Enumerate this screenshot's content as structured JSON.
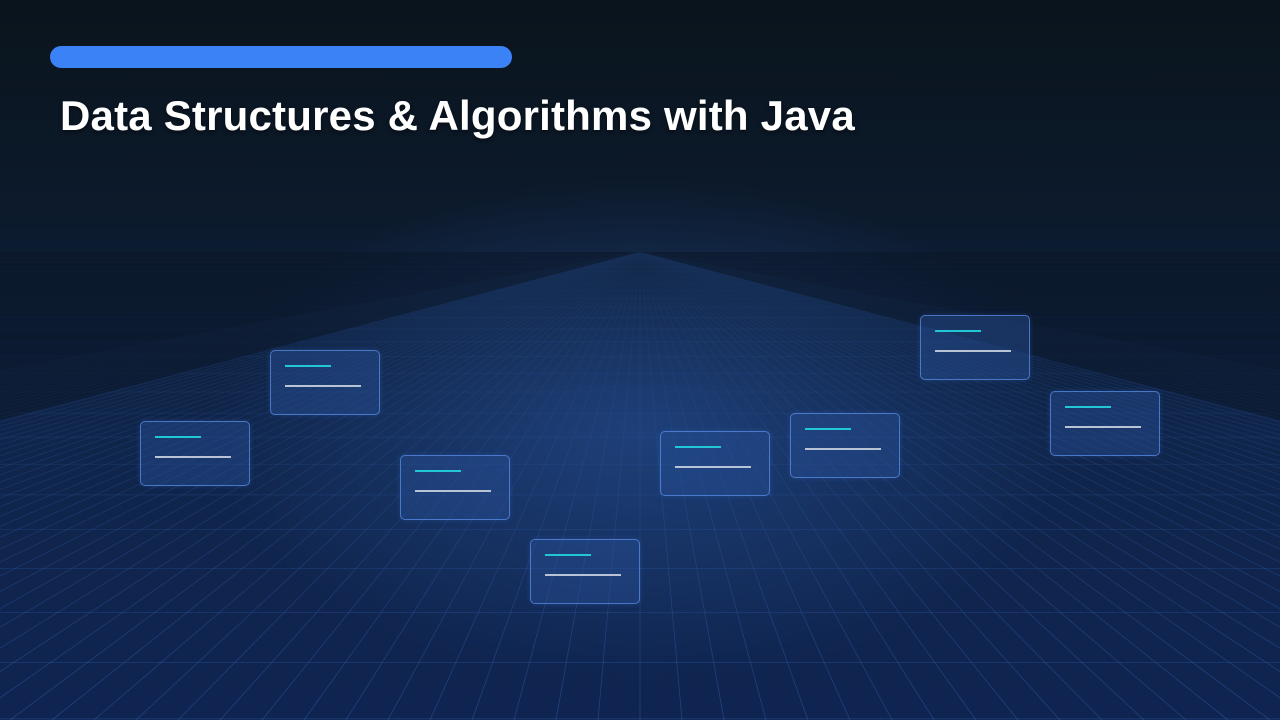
{
  "slide": {
    "title": "Data Structures & Algorithms with Java"
  },
  "colors": {
    "accent_bar": "#3b82f6",
    "card_line_top": "#22c7d6",
    "card_line_bottom": "#b8c4d6",
    "grid_line": "#2e5ca8"
  },
  "cards_count_note": "",
  "cards": [
    {
      "id": "card-1"
    },
    {
      "id": "card-2"
    },
    {
      "id": "card-3"
    },
    {
      "id": "card-4"
    },
    {
      "id": "card-5"
    },
    {
      "id": "card-6"
    },
    {
      "id": "card-7"
    },
    {
      "id": "card-8"
    }
  ]
}
